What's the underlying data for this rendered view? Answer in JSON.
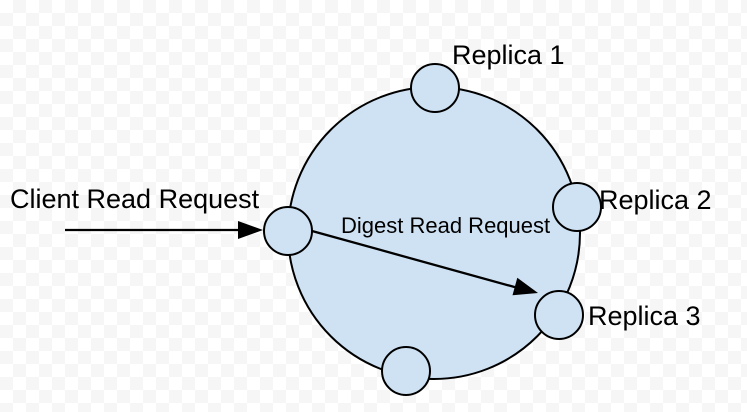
{
  "diagram": {
    "labels": {
      "client_arrow": "Client Read Request",
      "digest_arrow": "Digest Read Request",
      "replica1": "Replica 1",
      "replica2": "Replica 2",
      "replica3": "Replica 3"
    },
    "colors": {
      "shape_fill": "#cfe2f3",
      "shape_stroke": "#000000",
      "text_color": "#000000",
      "arrow_color": "#000000",
      "background_checker_light": "#ffffff",
      "background_checker_dark": "#f6f6f6"
    }
  }
}
